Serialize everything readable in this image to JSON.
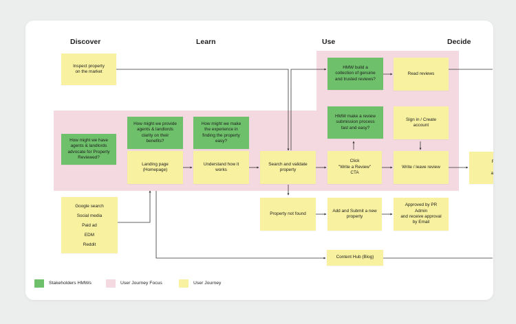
{
  "stages": {
    "discover": "Discover",
    "learn": "Learn",
    "use": "Use",
    "decide": "Decide"
  },
  "notes": {
    "inspect": "Inspect property\non the market",
    "hmw_advocate": "How might we have\nagents & landlords\nadvocate for Property\nReviewed?",
    "hmw_clarity": "How might we provide\nagents & landlords\nclarity on their\nbenefits?",
    "hmw_experience": "How might we make\nthe experience in\nfinding the property\neasy?",
    "landing": "Landing page\n(Homepage)",
    "understand": "Understand how it\nworks",
    "search": "Search and validate\nproperty",
    "hmw_collection": "HMW build a\ncollection of genuine\nand trusted reviews?",
    "read_reviews": "Read reviews",
    "hmw_submission": "HMW make a review\nsubmission process\nfast and easy?",
    "signin": "Sign in / Create\naccount",
    "click_write": "Click\n\"Write a Review\"\nCTA",
    "write_leave": "Write / leave review",
    "receive": "Receive\nconfirm\napproval",
    "not_found": "Property not found",
    "add_submit": "Add and Submit a new\nproperty",
    "approved": "Approved by PR\nAdmin\nand receive approval\nby Email",
    "content_hub": "Content Hub (Blog)"
  },
  "channels": [
    "Google search",
    "Social media",
    "Paid ad",
    "EDM",
    "Reddit"
  ],
  "legend": {
    "stakeholders": "Stakeholders HMWs",
    "focus": "User Journey Focus",
    "journey": "User Journey"
  },
  "colors": {
    "stakeholder_green": "#6fc06b",
    "journey_yellow": "#f8f1a0",
    "focus_pink": "#f5d9e1",
    "background": "#eceded",
    "connector": "#333333"
  }
}
